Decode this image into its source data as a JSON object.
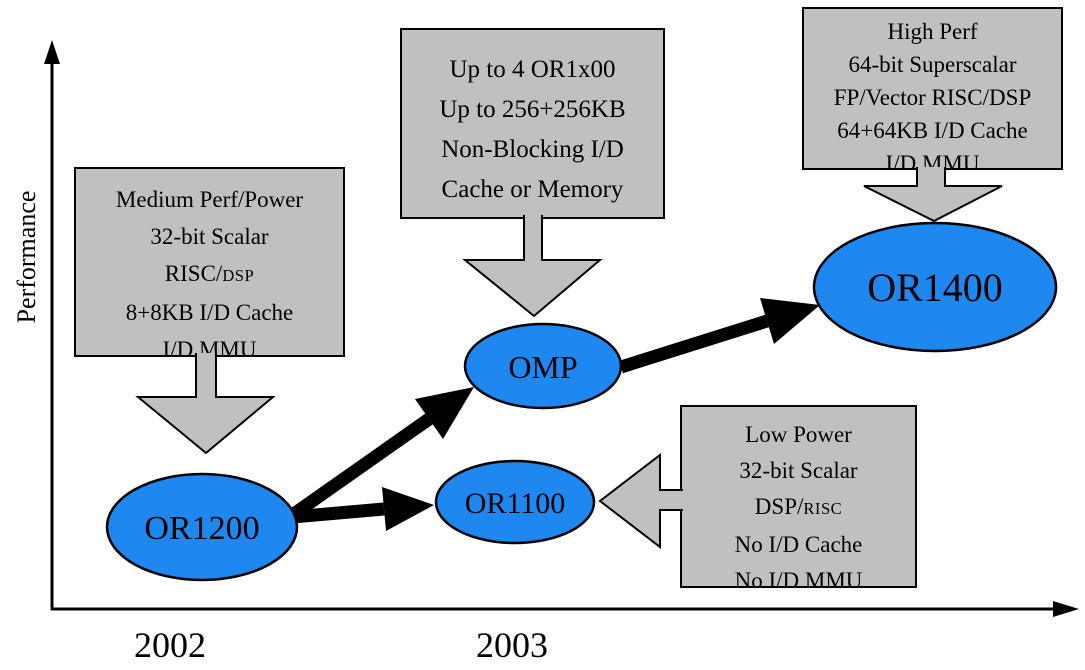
{
  "colors": {
    "node_fill": "#1E87F0",
    "box_fill": "#C0C0C0"
  },
  "axis": {
    "y_label": "Performance",
    "tick_2002": "2002",
    "tick_2003": "2003"
  },
  "nodes": {
    "or1200": {
      "label": "OR1200"
    },
    "or1100": {
      "label": "OR1100"
    },
    "omp": {
      "label": "OMP"
    },
    "or1400": {
      "label": "OR1400"
    }
  },
  "callouts": {
    "medium": {
      "line1": "Medium Perf/Power",
      "line2": "32-bit Scalar",
      "line3_pre": "RISC/",
      "line3_small": "DSP",
      "line4": "8+8KB I/D Cache",
      "line5": "I/D MMU"
    },
    "multiproc": {
      "line1": "Up to 4 OR1x00",
      "line2": "Up to 256+256KB",
      "line3": "Non-Blocking I/D",
      "line4": "Cache or Memory"
    },
    "highperf": {
      "line1": "High Perf",
      "line2": "64-bit Superscalar",
      "line3": "FP/Vector RISC/DSP",
      "line4": "64+64KB I/D Cache",
      "line5": "I/D MMU"
    },
    "lowpower": {
      "line1": "Low Power",
      "line2": "32-bit Scalar",
      "line3_pre": "DSP/",
      "line3_small": "RISC",
      "line4": "No I/D Cache",
      "line5": "No I/D MMU"
    }
  }
}
